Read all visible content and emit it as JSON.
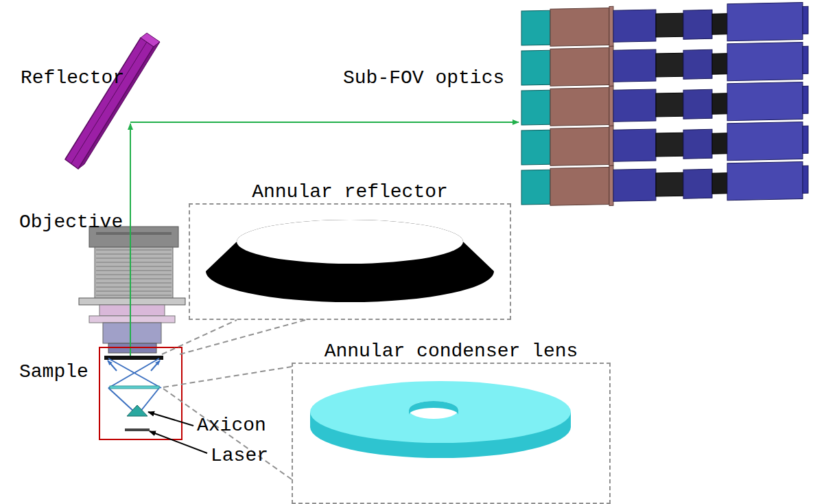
{
  "diagram": {
    "nodes": [
      {
        "text": [
          "Annular reflector"
        ]
      },
      {
        "text": [
          "Annular condenser lens"
        ]
      }
    ],
    "edges": [],
    "labels": [
      "Reflector",
      "Sub-FOV optics",
      "Objective",
      "Sample",
      "Axicon",
      "Laser"
    ]
  }
}
